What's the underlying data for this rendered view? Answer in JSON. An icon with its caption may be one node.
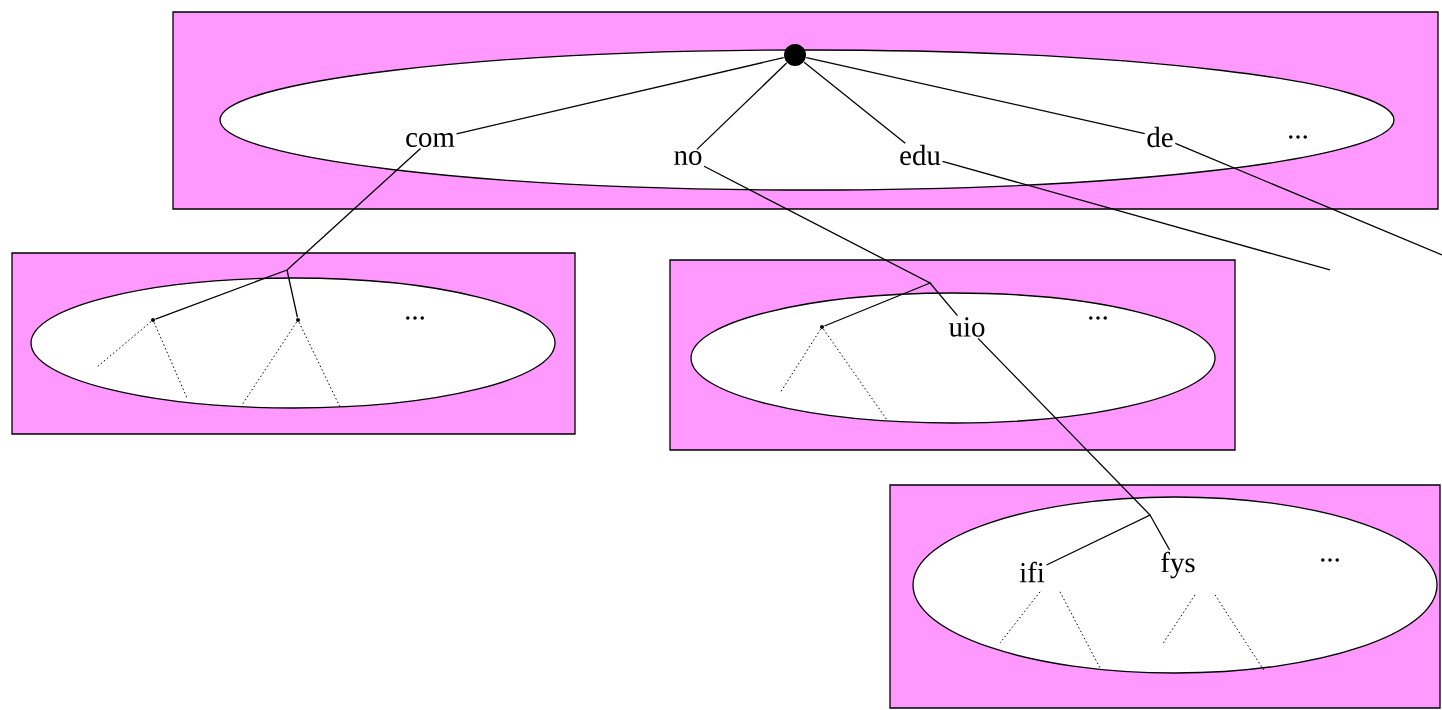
{
  "diagram": {
    "nodes": [
      {
        "text": [],
        "shape": "box"
      },
      {
        "text": [],
        "shape": "ellipse",
        "in": 0
      },
      {
        "text": [],
        "shape": "circle",
        "in": 1
      },
      {
        "text": [
          "com"
        ],
        "in": 1
      },
      {
        "text": [
          "no"
        ],
        "in": 1
      },
      {
        "text": [
          "edu"
        ],
        "in": 1
      },
      {
        "text": [
          "de"
        ],
        "in": 1
      },
      {
        "text": [],
        "shape": "box"
      },
      {
        "text": [],
        "shape": "ellipse",
        "in": 7
      },
      {
        "text": [],
        "shape": "point",
        "in": 8
      },
      {
        "text": [],
        "shape": "point",
        "in": 8
      },
      {
        "text": [],
        "shape": "box"
      },
      {
        "text": [],
        "shape": "ellipse",
        "in": 11
      },
      {
        "text": [],
        "shape": "point",
        "in": 12
      },
      {
        "text": [
          "uio"
        ],
        "in": 12
      },
      {
        "text": [],
        "shape": "box"
      },
      {
        "text": [],
        "shape": "ellipse",
        "in": 15
      },
      {
        "text": [
          "ifi"
        ],
        "in": 16
      },
      {
        "text": [
          "fys"
        ],
        "in": 16
      }
    ],
    "edges": [
      {
        "from": 2,
        "to": 3,
        "arrow": "none"
      },
      {
        "from": 2,
        "to": 4,
        "arrow": "none"
      },
      {
        "from": 2,
        "to": 5,
        "arrow": "none"
      },
      {
        "from": 2,
        "to": 6,
        "arrow": "none"
      },
      {
        "from": 3,
        "to": 9,
        "arrow": "none"
      },
      {
        "from": 3,
        "to": 10,
        "arrow": "none"
      },
      {
        "from": 4,
        "to": 13,
        "arrow": "none"
      },
      {
        "from": 4,
        "to": 14,
        "arrow": "none"
      },
      {
        "from": 14,
        "to": 17,
        "arrow": "none"
      },
      {
        "from": 14,
        "to": 18,
        "arrow": "none"
      },
      {
        "from": 5,
        "to": null,
        "arrow": "none"
      },
      {
        "from": 6,
        "to": null,
        "arrow": "none"
      },
      {
        "from": 9,
        "to": null,
        "arrow": "none",
        "style": "dashed"
      },
      {
        "from": 9,
        "to": null,
        "arrow": "none",
        "style": "dashed"
      },
      {
        "from": 10,
        "to": null,
        "arrow": "none",
        "style": "dashed"
      },
      {
        "from": 10,
        "to": null,
        "arrow": "none",
        "style": "dashed"
      },
      {
        "from": 13,
        "to": null,
        "arrow": "none",
        "style": "dashed"
      },
      {
        "from": 13,
        "to": null,
        "arrow": "none",
        "style": "dashed"
      },
      {
        "from": 17,
        "to": null,
        "arrow": "none",
        "style": "dashed"
      },
      {
        "from": 17,
        "to": null,
        "arrow": "none",
        "style": "dashed"
      },
      {
        "from": 18,
        "to": null,
        "arrow": "none",
        "style": "dashed"
      },
      {
        "from": 18,
        "to": null,
        "arrow": "none",
        "style": "dashed"
      }
    ],
    "labels": [
      "...",
      "...",
      "...",
      "..."
    ]
  }
}
